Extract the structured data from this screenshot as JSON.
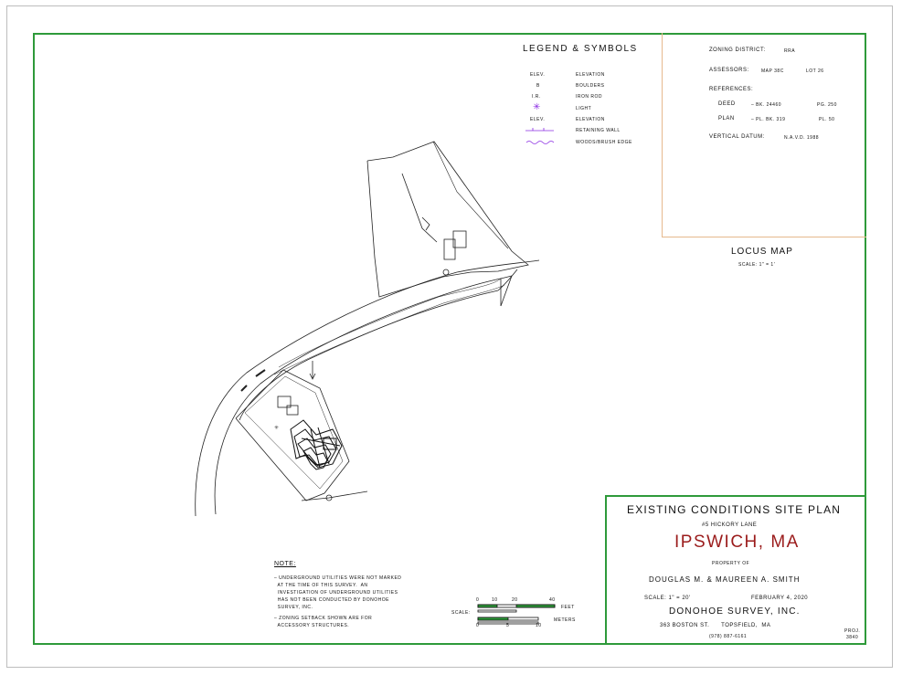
{
  "legend": {
    "title": "LEGEND & SYMBOLS",
    "items": [
      {
        "symbol": "ELEV.",
        "label": "ELEVATION"
      },
      {
        "symbol": "B",
        "label": "BOULDERS"
      },
      {
        "symbol": "I.R.",
        "label": "IRON ROD"
      },
      {
        "symbol": "✳",
        "label": "LIGHT"
      },
      {
        "symbol": "ELEV.",
        "label": "ELEVATION"
      },
      {
        "symbol": "",
        "label": "RETAINING WALL"
      },
      {
        "symbol": "",
        "label": "WOODS/BRUSH EDGE"
      }
    ]
  },
  "info": {
    "zoning_label": "ZONING DISTRICT:",
    "zoning_value": "RRA",
    "assessors_label": "ASSESSORS:",
    "assessors_map": "MAP 38C",
    "assessors_lot": "LOT 26",
    "references_label": "REFERENCES:",
    "deed_label": "DEED",
    "deed_bk": "– BK. 24460",
    "deed_pg": "PG. 250",
    "plan_label": "PLAN",
    "plan_bk": "– PL. BK. 319",
    "plan_pl": "PL. 50",
    "vertical_label": "VERTICAL DATUM:",
    "vertical_value": "N.A.V.D. 1988"
  },
  "locus": {
    "title": "LOCUS MAP",
    "scale": "SCALE: 1\" = 1'"
  },
  "note": {
    "title": "NOTE:",
    "lines": [
      "– UNDERGROUND UTILITIES WERE NOT MARKED",
      "  AT THE TIME OF THIS SURVEY.  AN",
      "  INVESTIGATION OF UNDERGROUND UTILITIES",
      "  HAS NOT BEEN CONDUCTED BY DONOHOE",
      "  SURVEY, INC.",
      "– ZONING SETBACK SHOWN ARE FOR",
      "  ACCESSORY STRUCTURES."
    ]
  },
  "scale_bar": {
    "label": "SCALE:",
    "feet_ticks": [
      "0",
      "10",
      "20",
      "40"
    ],
    "feet_label": "FEET",
    "meter_ticks": [
      "0",
      "5",
      "10"
    ],
    "meter_label": "METERS"
  },
  "title_block": {
    "title": "EXISTING CONDITIONS SITE PLAN",
    "address": "#5 HICKORY LANE",
    "town": "IPSWICH, MA",
    "property_of": "PROPERTY OF",
    "owners": "DOUGLAS M. & MAUREEN A. SMITH",
    "scale": "SCALE:  1\" = 20'",
    "date": "FEBRUARY 4, 2020",
    "company": "DONOHOE SURVEY, INC.",
    "company_address": "363 BOSTON ST.      TOPSFIELD,  MA",
    "phone": "(978) 887-6161",
    "proj_label": "PROJ.",
    "proj_no": "3840"
  },
  "colors": {
    "frame": "#2e9a3a",
    "town": "#9b1c1c",
    "info_border": "#e6b98d",
    "legend_symbol": "#8a2be2"
  }
}
